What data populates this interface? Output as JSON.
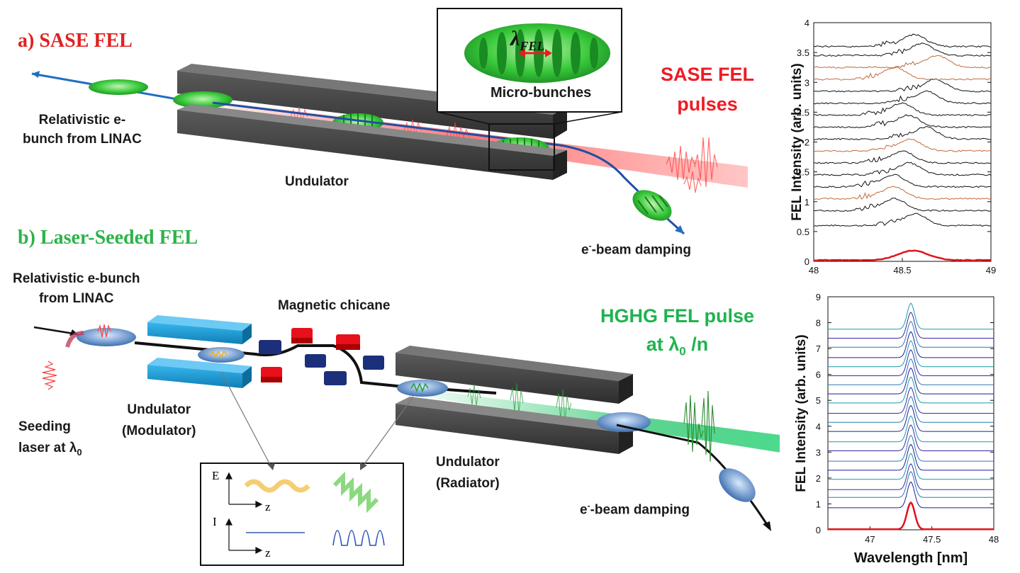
{
  "labels": {
    "sase_title": "a) SASE FEL",
    "seeded_title": "b) Laser-Seeded FEL",
    "sase_source_line1": "Relativistic e-",
    "sase_source_line2": "bunch from LINAC",
    "sase_undulator": "Undulator",
    "micro_bunches": "Micro-bunches",
    "lambda_fel": "λ",
    "lambda_fel_sub": "FEL",
    "sase_pulses_line1": "SASE FEL",
    "sase_pulses_line2": "pulses",
    "beam_damping_a_sup": "-",
    "beam_damping_a": "-beam damping",
    "beam_damping_e": "e",
    "seeded_source_line1": "Relativistic e-bunch",
    "seeded_source_line2": "from LINAC",
    "magnetic_chicane": "Magnetic chicane",
    "hghg_line1": "HGHG FEL  pulse",
    "hghg_line2": "at λ",
    "hghg_sub": "0",
    "hghg_tail": " /n",
    "modulator_line1": "Undulator",
    "modulator_line2": "(Modulator)",
    "seeding_line1": "Seeding",
    "seeding_line2": "laser at λ",
    "seeding_sub": "0",
    "radiator_line1": "Undulator",
    "radiator_line2": "(Radiator)",
    "inset_E": "E",
    "inset_I": "I",
    "inset_z1": "z",
    "inset_z2": "z"
  },
  "colors": {
    "sase_title": "#e02020",
    "seeded_title": "#2db34a",
    "sase_pulse_text": "#ee1c25",
    "hghg_text": "#1fb34f",
    "undulator_dark": "#4a4a4a",
    "modulator_blue": "#1a9cd8",
    "chicane_red": "#e8101a",
    "chicane_navy": "#1c2f7a",
    "beam_blue": "#1f6fc4"
  },
  "chart_data": [
    {
      "type": "line",
      "title": "",
      "xlabel": "",
      "ylabel": "FEL Intensity (arb. units)",
      "xlim": [
        48,
        49
      ],
      "ylim": [
        0,
        4
      ],
      "xticks": [
        "48",
        "48.5",
        "49"
      ],
      "yticks": [
        "0",
        "0.5",
        "1",
        "1.5",
        "2",
        "2.5",
        "3",
        "3.5",
        "4"
      ],
      "offsets": [
        0.6,
        0.85,
        1.05,
        1.25,
        1.45,
        1.65,
        1.85,
        2.05,
        2.25,
        2.45,
        2.65,
        2.85,
        3.05,
        3.25,
        3.45,
        3.6
      ],
      "highlighted_offsets": [
        1.05,
        1.85,
        3.05,
        3.25
      ],
      "average_peak_x": 48.56,
      "average_peak_y": 0.18
    },
    {
      "type": "line",
      "title": "",
      "xlabel": "Wavelength [nm]",
      "ylabel": "FEL Intensity (arb. units)",
      "xlim": [
        46.66,
        48
      ],
      "ylim": [
        0,
        9
      ],
      "xticks": [
        "47",
        "47.5",
        "48"
      ],
      "yticks": [
        "0",
        "1",
        "2",
        "3",
        "4",
        "5",
        "6",
        "7",
        "8",
        "9"
      ],
      "peak_x": 47.33,
      "offsets": [
        0.85,
        1.25,
        1.55,
        1.95,
        2.3,
        2.65,
        3.05,
        3.4,
        3.8,
        4.15,
        4.5,
        4.9,
        5.25,
        5.6,
        5.95,
        6.3,
        6.65,
        7.05,
        7.4,
        7.75
      ],
      "average_peak_y": 1.05
    }
  ]
}
